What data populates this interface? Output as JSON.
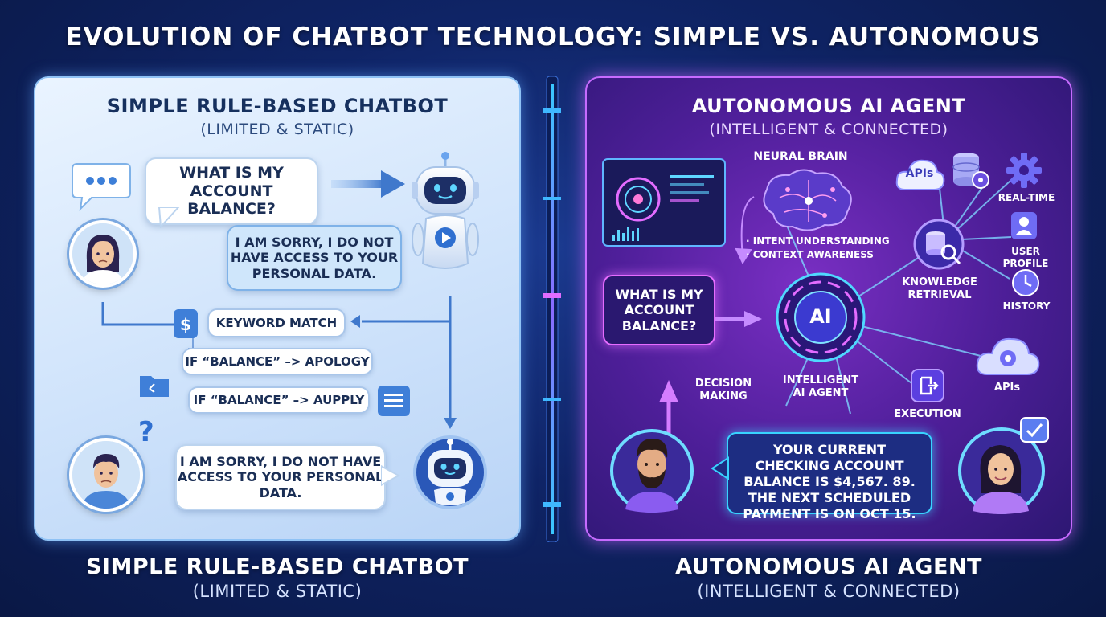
{
  "title": "EVOLUTION OF CHATBOT TECHNOLOGY: SIMPLE VS. AUTONOMOUS",
  "left": {
    "title": "SIMPLE RULE-BASED CHATBOT",
    "subtitle": "(LIMITED & STATIC)",
    "user_question": "WHAT IS MY ACCOUNT BALANCE?",
    "bot_reply_top": "I AM SORRY, I DO NOT HAVE ACCESS TO YOUR PERSONAL DATA.",
    "keyword_match": "KEYWORD MATCH",
    "rule_1": "IF “BALANCE” –> APOLOGY",
    "rule_2": "IF “BALANCE” –> AUPPLY",
    "bot_reply_bottom": "I AM SORRY, I DO NOT HAVE ACCESS TO YOUR PERSONAL DATA.",
    "question_mark": "?"
  },
  "right": {
    "title": "AUTONOMOUS AI AGENT",
    "subtitle": "(INTELLIGENT & CONNECTED)",
    "neural_brain": "NEURAL BRAIN",
    "intent": "· INTENT UNDERSTANDING",
    "context": "· CONTEXT AWARENESS",
    "user_question": "WHAT IS MY ACCOUNT BALANCE?",
    "ai_label": "AI",
    "intelligent_agent": "INTELLIGENT AI AGENT",
    "decision_making": "DECISION MAKING",
    "knowledge_retrieval": "KNOWLEDGE RETRIEVAL",
    "apis_top": "APIs",
    "real_time": "REAL-TIME",
    "user_profile": "USER PROFILE",
    "history": "HISTORY",
    "apis_bottom": "APIs",
    "execution": "EXECUTION",
    "answer": "YOUR CURRENT CHECKING ACCOUNT BALANCE IS $4,567. 89. THE NEXT SCHEDULED PAYMENT IS ON OCT 15."
  },
  "footer": {
    "left_title": "SIMPLE RULE-BASED CHATBOT",
    "left_sub": "(LIMITED & STATIC)",
    "right_title": "AUTONOMOUS AI AGENT",
    "right_sub": "(INTELLIGENT & CONNECTED)"
  },
  "colors": {
    "background": "#0f2466",
    "left_panel": "#cfe3fb",
    "right_panel": "#4f1f9a",
    "neon_pink": "#e66cff",
    "neon_cyan": "#38d3ff"
  }
}
